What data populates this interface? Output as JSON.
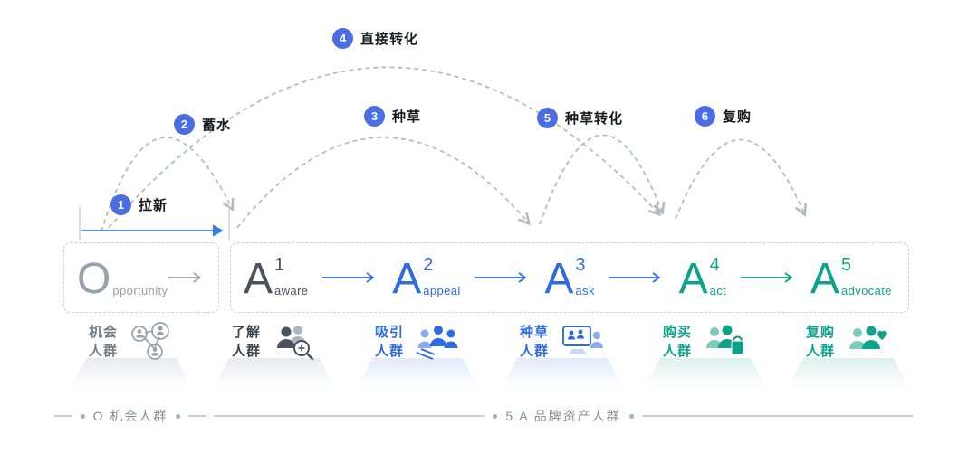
{
  "badges": [
    {
      "num": "1",
      "label": "拉新"
    },
    {
      "num": "2",
      "label": "蓄水"
    },
    {
      "num": "3",
      "label": "种草"
    },
    {
      "num": "4",
      "label": "直接转化"
    },
    {
      "num": "5",
      "label": "种草转化"
    },
    {
      "num": "6",
      "label": "复购"
    }
  ],
  "stages": [
    {
      "letter": "O",
      "sup": "",
      "sub": "pportunity",
      "color": "#98a1ab"
    },
    {
      "letter": "A",
      "sup": "1",
      "sub": "aware",
      "color": "#49525e"
    },
    {
      "letter": "A",
      "sup": "2",
      "sub": "appeal",
      "color": "#2e6ae2"
    },
    {
      "letter": "A",
      "sup": "3",
      "sub": "ask",
      "color": "#2e6ae2"
    },
    {
      "letter": "A",
      "sup": "4",
      "sub": "act",
      "color": "#0fa28b"
    },
    {
      "letter": "A",
      "sup": "5",
      "sub": "advocate",
      "color": "#0fa28b"
    }
  ],
  "audiences": [
    {
      "line1": "机会",
      "line2": "人群",
      "icon": "network-people-icon",
      "color": "#747d87"
    },
    {
      "line1": "了解",
      "line2": "人群",
      "icon": "people-magnifier-icon",
      "color": "#39424c"
    },
    {
      "line1": "吸引",
      "line2": "人群",
      "icon": "people-promotion-icon",
      "color": "#2e6ae2"
    },
    {
      "line1": "种草",
      "line2": "人群",
      "icon": "people-screen-icon",
      "color": "#2e6ae2"
    },
    {
      "line1": "购买",
      "line2": "人群",
      "icon": "people-shopping-icon",
      "color": "#0fa28b"
    },
    {
      "line1": "复购",
      "line2": "人群",
      "icon": "people-heart-icon",
      "color": "#0fa28b"
    }
  ],
  "footer": {
    "left": "O 机会人群",
    "right": "5 A 品牌资产人群"
  },
  "colors": {
    "badge": "#4a6de4",
    "arc": "#b2b9c0",
    "blue": "#2e6ae2",
    "teal": "#0fa28b",
    "gray": "#98a1ab",
    "dark": "#49525e",
    "arrow_blue": "#3b7be8"
  }
}
